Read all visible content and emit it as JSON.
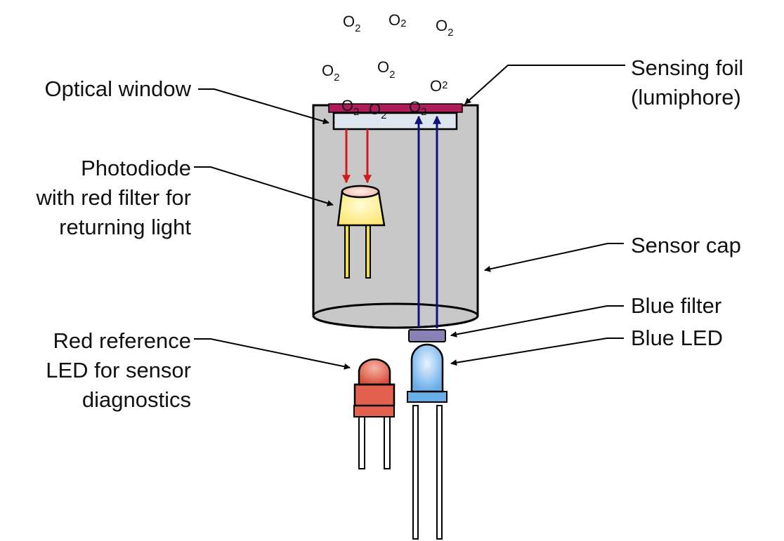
{
  "labels": {
    "sensing_foil": [
      "Sensing foil",
      "(lumiphore)"
    ],
    "optical_window": [
      "Optical window"
    ],
    "photodiode": [
      "Photodiode",
      "with red filter for",
      "returning light"
    ],
    "sensor_cap": [
      "Sensor cap"
    ],
    "blue_filter": [
      "Blue filter"
    ],
    "blue_led": [
      "Blue LED"
    ],
    "red_reference_led": [
      "Red reference",
      "LED for sensor",
      "diagnostics"
    ]
  },
  "molecule": {
    "base": "O",
    "subscript": "2"
  },
  "colors": {
    "sensor_cap_body": "#c8c8c8",
    "sensing_foil": "#b01c5a",
    "optical_window": "#dde6ef",
    "red_arrow": "#d21a1a",
    "blue_arrow": "#12127a",
    "photodiode": "#ffee7a",
    "photodiode_lens": "#f6c6b4",
    "blue_led": "#7cb8ec",
    "blue_filter": "#8a80b8",
    "red_led": "#e2604e"
  }
}
